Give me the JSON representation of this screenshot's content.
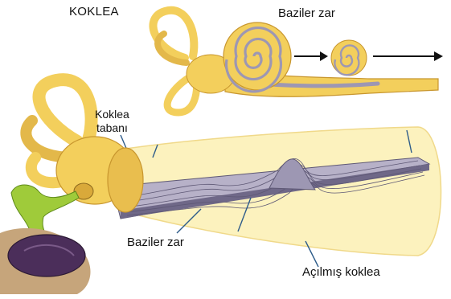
{
  "title": "KOKLEA",
  "labels": {
    "basilar_membrane_top": "Baziler zar",
    "cochlea_base_line1": "Koklea",
    "cochlea_base_line2": "tabanı",
    "basilar_membrane_bottom": "Baziler zar",
    "unrolled_cochlea": "Açılmış koklea"
  },
  "colors": {
    "bone": "#F3CF5C",
    "bone_dark": "#D9A93A",
    "cone_fill": "#FCF2BE",
    "membrane": "#9D97B3",
    "membrane_dark": "#5E5875",
    "tympanic": "#4B2E5A",
    "ossicle": "#9FCB3A"
  }
}
